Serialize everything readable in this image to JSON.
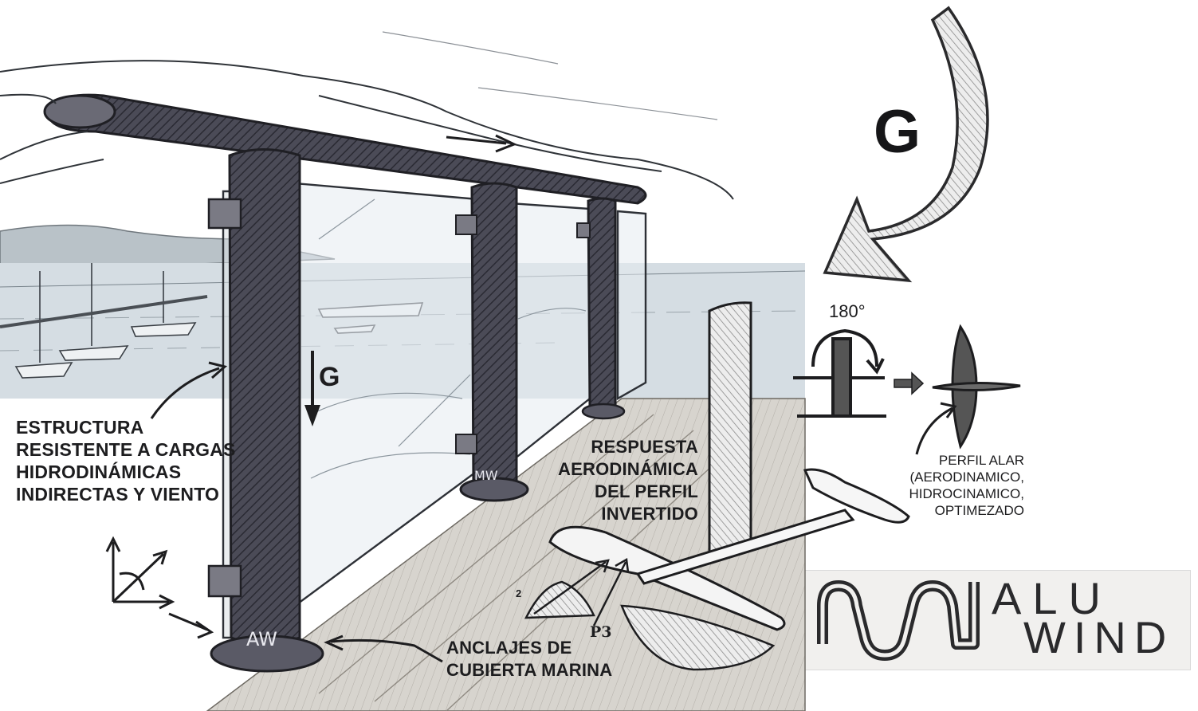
{
  "labels": {
    "structure": "ESTRUCTURA\nRESISTENTE A CARGAS\nHIDRODINÁMICAS\nINDIRECTAS Y VIENTO",
    "anchors": "ANCLAJES DE\nCUBIERTA MARINA",
    "aero_response": "RESPUESTA\nAERODINÁMICA\nDEL PERFIL\nINVERTIDO",
    "wing_profile": "PERFIL ALAR\n(AERODINAMICO,\nHIDROCINAMICO,\nOPTIMEZADO"
  },
  "symbols": {
    "gravity_large": "G",
    "gravity_small": "G",
    "rotation": "180°",
    "pressure": "P3",
    "small_number": "2",
    "post_mark_main": "AW",
    "post_mark_middle": "MW"
  },
  "logo": {
    "line1": "ALU",
    "line2": "WIND"
  },
  "colors": {
    "ink": "#1d1d1f",
    "post": "#4a4a56",
    "glass": "#dfe6ec",
    "sea": "#cdd6de",
    "deck": "#c9c6c0",
    "logo_bg": "#f1f0ee"
  }
}
